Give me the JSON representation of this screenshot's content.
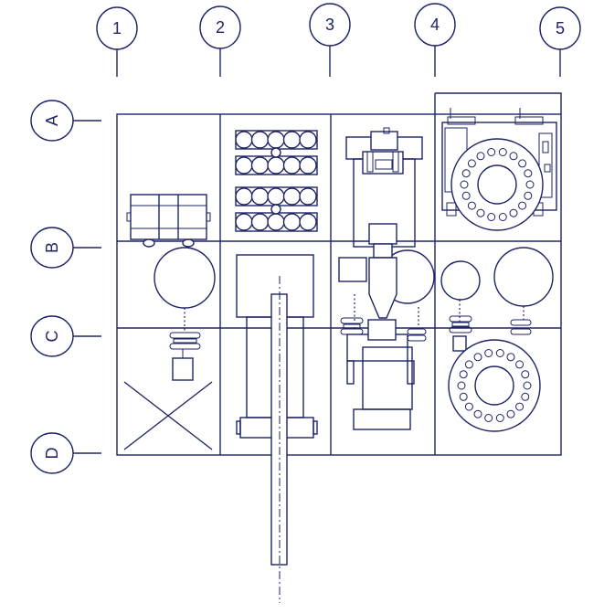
{
  "grid": {
    "columns": [
      "1",
      "2",
      "3",
      "4",
      "5"
    ],
    "rows": [
      "A",
      "B",
      "C",
      "D"
    ]
  },
  "colors": {
    "line": "#1e2466",
    "background": "#ffffff"
  }
}
